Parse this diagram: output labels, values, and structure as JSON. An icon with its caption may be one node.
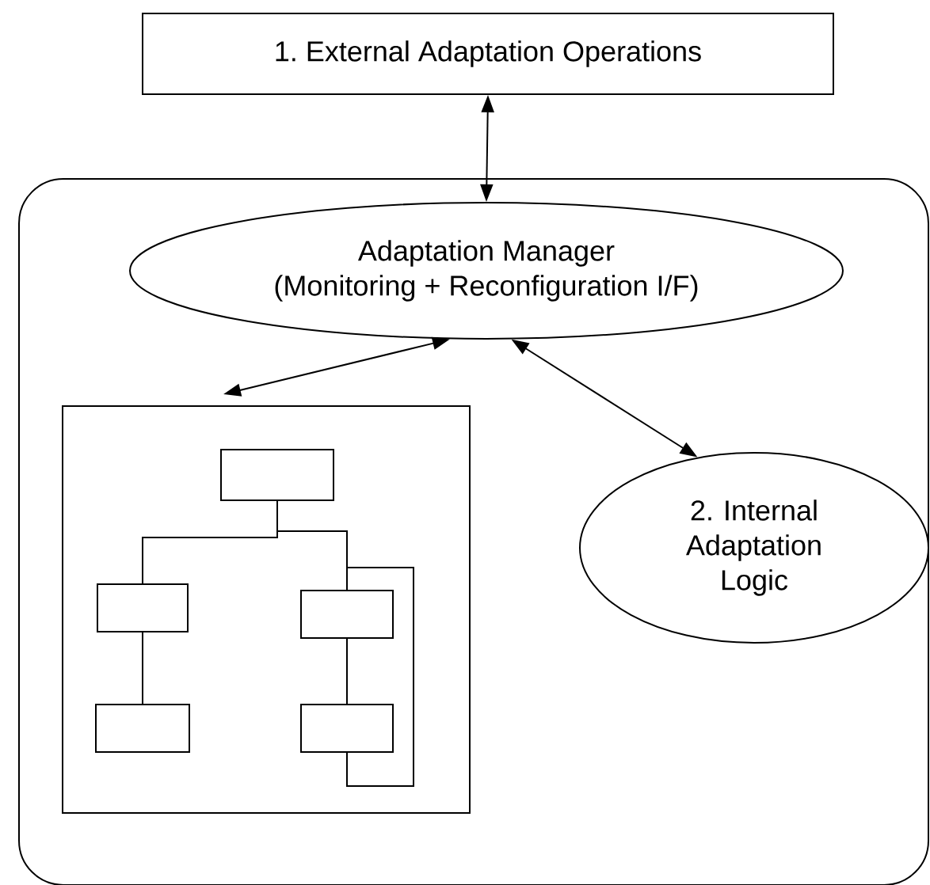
{
  "diagram": {
    "nodes": [
      {
        "text": [
          "1. External Adaptation Operations"
        ]
      },
      {
        "text": [],
        "shape": "box"
      },
      {
        "text": [
          "Adaptation Manager",
          "(Monitoring + Reconfiguration I/F)"
        ],
        "in": 1
      },
      {
        "text": [],
        "shape": "box",
        "in": 1
      },
      {
        "text": [
          "2. Internal Adaptation Logic"
        ],
        "in": 1
      },
      {
        "text": [],
        "shape": "box",
        "in": 3
      },
      {
        "text": [],
        "shape": "box",
        "in": 3
      },
      {
        "text": [],
        "shape": "box",
        "in": 3
      },
      {
        "text": [],
        "shape": "box",
        "in": 3
      },
      {
        "text": [],
        "shape": "box",
        "in": 3
      }
    ],
    "edges": [
      {
        "from": 0,
        "to": 2,
        "arrow": "both"
      },
      {
        "from": 2,
        "to": 3,
        "arrow": "both"
      },
      {
        "from": 2,
        "to": 4,
        "arrow": "both"
      },
      {
        "from": 5,
        "to": 6,
        "arrow": "none"
      },
      {
        "from": 5,
        "to": 7,
        "arrow": "none"
      },
      {
        "from": 6,
        "to": 8,
        "arrow": "none"
      },
      {
        "from": 7,
        "to": 9,
        "arrow": "none"
      },
      {
        "from": 9,
        "to": 7,
        "arrow": "none"
      }
    ]
  }
}
